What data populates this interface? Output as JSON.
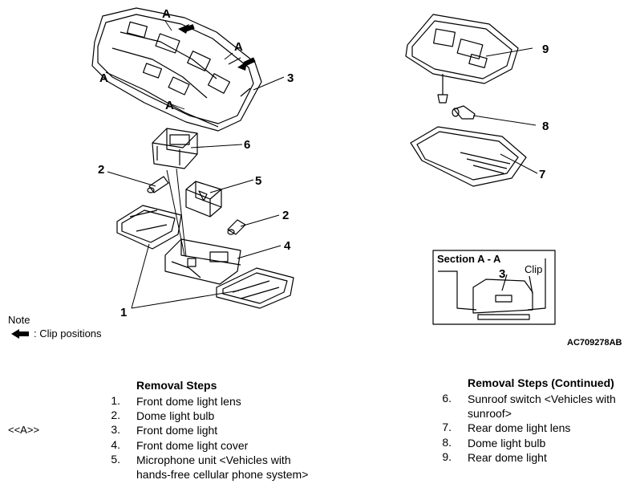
{
  "diagram": {
    "callouts": {
      "c1": "1",
      "c2a": "2",
      "c2b": "2",
      "c3": "3",
      "c4": "4",
      "c5": "5",
      "c6": "6",
      "c7": "7",
      "c8": "8",
      "c9": "9"
    },
    "section_labels": {
      "a1": "A",
      "a2": "A",
      "a3": "A",
      "a4": "A"
    },
    "inset": {
      "title": "Section A - A",
      "num": "3",
      "clip": "Clip"
    },
    "note_title": "Note",
    "note_text": ": Clip positions",
    "figure_code": "AC709278AB"
  },
  "steps_left": {
    "heading": "Removal Steps",
    "items": [
      {
        "num": "1.",
        "text": "Front dome light lens",
        "ref": ""
      },
      {
        "num": "2.",
        "text": "Dome light bulb",
        "ref": ""
      },
      {
        "num": "3.",
        "text": "Front dome light",
        "ref": "<<A>>"
      },
      {
        "num": "4.",
        "text": "Front dome light cover",
        "ref": ""
      },
      {
        "num": "5.",
        "text": "Microphone unit <Vehicles with",
        "text2": "hands-free cellular phone system>",
        "ref": ""
      }
    ]
  },
  "steps_right": {
    "heading": "Removal Steps (Continued)",
    "items": [
      {
        "num": "6.",
        "text": "Sunroof switch <Vehicles with",
        "text2": "sunroof>"
      },
      {
        "num": "7.",
        "text": "Rear dome light lens"
      },
      {
        "num": "8.",
        "text": "Dome light bulb"
      },
      {
        "num": "9.",
        "text": "Rear dome light"
      }
    ]
  }
}
